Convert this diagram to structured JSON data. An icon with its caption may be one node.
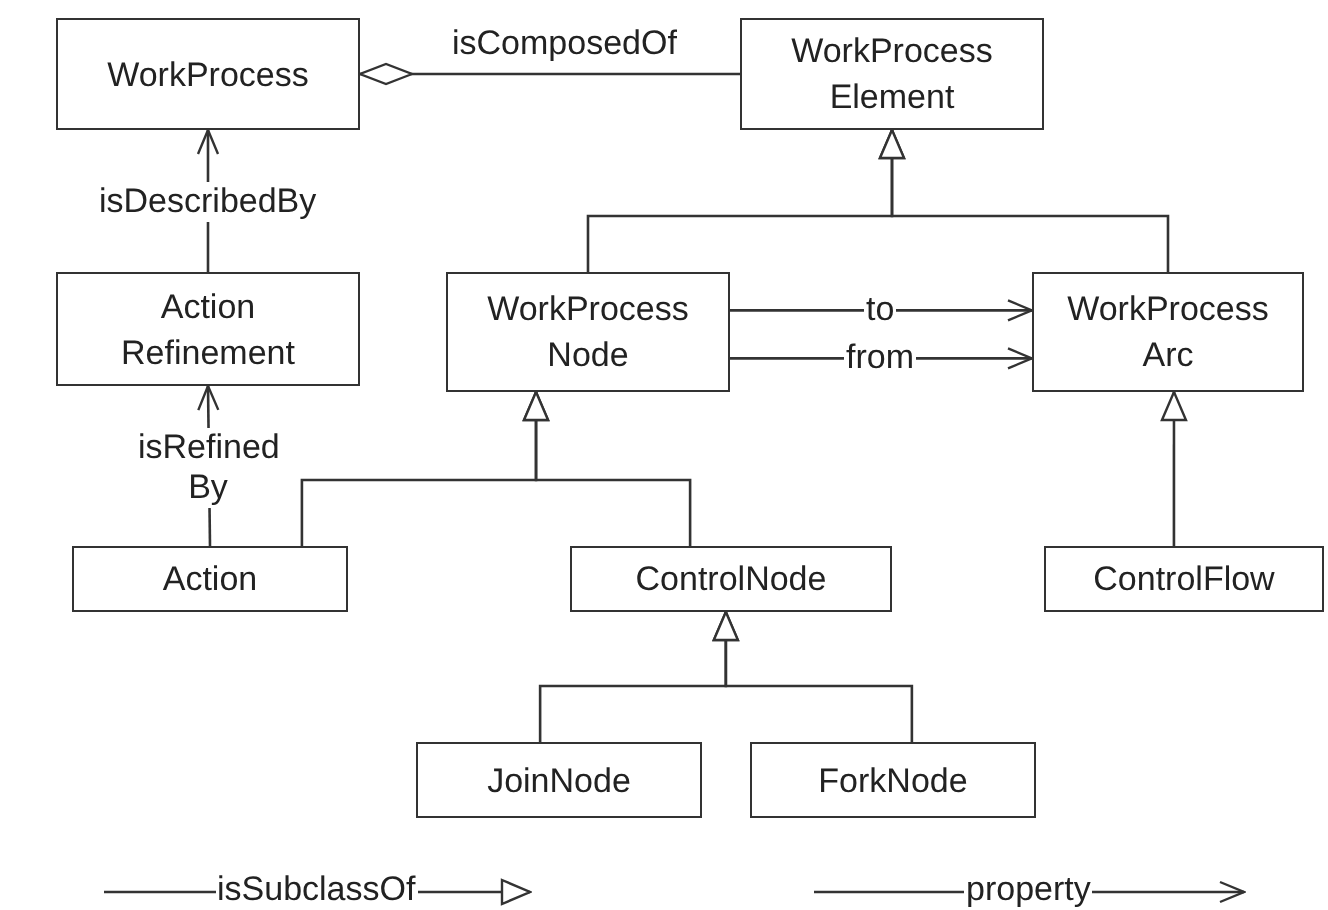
{
  "diagram": {
    "nodes": [
      {
        "text": [
          "WorkProcess"
        ]
      },
      {
        "text": [
          "WorkProcess Element"
        ]
      },
      {
        "text": [
          "Action Refinement"
        ]
      },
      {
        "text": [
          "WorkProcess Node"
        ]
      },
      {
        "text": [
          "WorkProcess Arc"
        ]
      },
      {
        "text": [
          "Action"
        ]
      },
      {
        "text": [
          "ControlNode"
        ]
      },
      {
        "text": [
          "ControlFlow"
        ]
      },
      {
        "text": [
          "JoinNode"
        ]
      },
      {
        "text": [
          "ForkNode"
        ]
      }
    ],
    "edges": [
      {
        "from": 0,
        "to": 1,
        "arrow": "other",
        "label": "isComposedOf"
      },
      {
        "from": 2,
        "to": 0,
        "arrow": "to",
        "label": "isDescribedBy"
      },
      {
        "from": 5,
        "to": 2,
        "arrow": "to",
        "label": "isRefined By"
      },
      {
        "from": 3,
        "to": 1,
        "arrow": "to"
      },
      {
        "from": 4,
        "to": 1,
        "arrow": "to"
      },
      {
        "from": 3,
        "to": 4,
        "arrow": "to",
        "label": "to"
      },
      {
        "from": 3,
        "to": 4,
        "arrow": "to",
        "label": "from"
      },
      {
        "from": 5,
        "to": 3,
        "arrow": "to"
      },
      {
        "from": 6,
        "to": 3,
        "arrow": "to"
      },
      {
        "from": 7,
        "to": 4,
        "arrow": "to"
      },
      {
        "from": 8,
        "to": 6,
        "arrow": "to"
      },
      {
        "from": 9,
        "to": 6,
        "arrow": "to"
      }
    ],
    "legend": [
      {
        "text": "isSubclassOf"
      },
      {
        "text": "property"
      }
    ]
  }
}
